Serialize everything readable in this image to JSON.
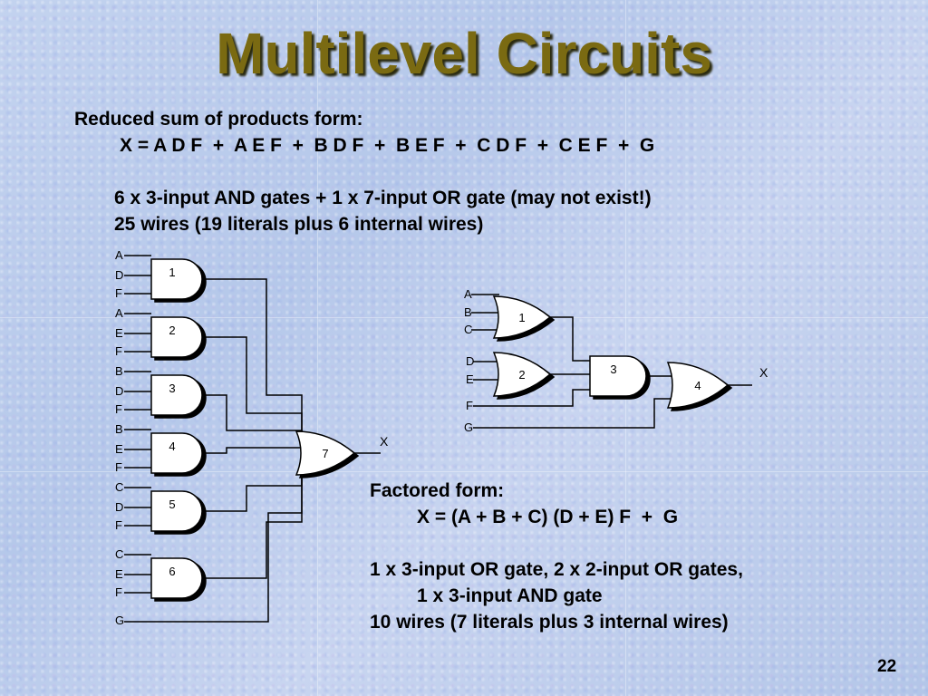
{
  "slide": {
    "title": "Multilevel Circuits",
    "sop_heading": "Reduced sum of products form:",
    "sop_equation": "X = A D F  +  A E F  +  B D F  +  B E F  +  C D F  +  C E F  +  G",
    "sop_gates": "6 x 3-input AND gates + 1 x 7-input OR gate (may not exist!)",
    "sop_wires": "25 wires (19 literals plus 6 internal wires)",
    "factored_heading": "Factored form:",
    "factored_equation": "X = (A + B + C) (D + E) F  +  G",
    "factored_gates_1": "1 x 3-input OR gate, 2 x 2-input OR gates,",
    "factored_gates_2": "1 x 3-input AND gate",
    "factored_wires": "10 wires (7 literals plus 3 internal wires)",
    "page_number": "22"
  },
  "left_circuit": {
    "and_gates": [
      {
        "number": "1",
        "inputs": [
          "A",
          "D",
          "F"
        ]
      },
      {
        "number": "2",
        "inputs": [
          "A",
          "E",
          "F"
        ]
      },
      {
        "number": "3",
        "inputs": [
          "B",
          "D",
          "F"
        ]
      },
      {
        "number": "4",
        "inputs": [
          "B",
          "E",
          "F"
        ]
      },
      {
        "number": "5",
        "inputs": [
          "C",
          "D",
          "F"
        ]
      },
      {
        "number": "6",
        "inputs": [
          "C",
          "E",
          "F"
        ]
      }
    ],
    "extra_input": "G",
    "or_gate_number": "7",
    "output": "X"
  },
  "right_circuit": {
    "or_gate_1": {
      "number": "1",
      "inputs": [
        "A",
        "B",
        "C"
      ]
    },
    "or_gate_2": {
      "number": "2",
      "inputs": [
        "D",
        "E"
      ]
    },
    "and_gate_3": {
      "number": "3"
    },
    "or_gate_4": {
      "number": "4"
    },
    "input_F": "F",
    "input_G": "G",
    "output": "X"
  }
}
